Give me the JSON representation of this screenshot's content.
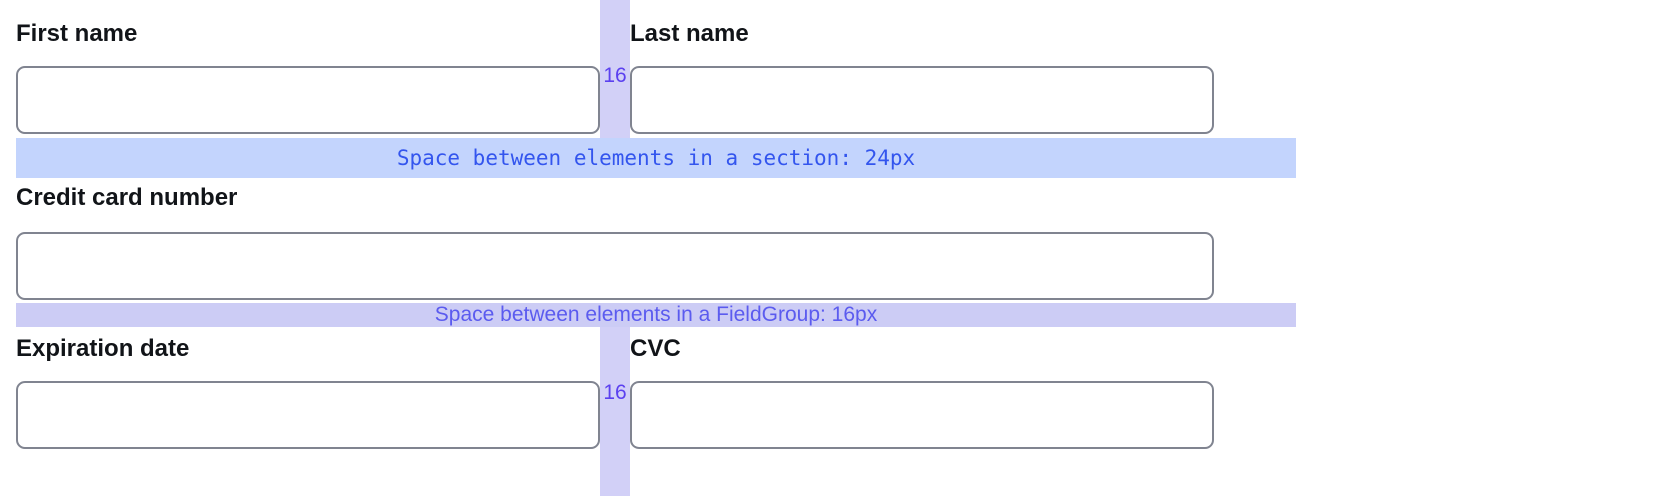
{
  "colors": {
    "section_band_bg": "#c3d4fd",
    "section_band_text": "#3355ee",
    "group_band_bg": "#ccccf5",
    "group_band_text": "#5b5bef",
    "gap_column_bg": "#d2d0f7",
    "gap_label_text": "#5b40f0",
    "input_border": "#808490",
    "label_text": "#111418",
    "page_bg": "#ffffff"
  },
  "annotations": {
    "section_spacing": {
      "text": "Space between elements in a section: 24px",
      "value": "24px"
    },
    "fieldgroup_spacing": {
      "text": "Space between elements in a FieldGroup: 16px",
      "value": "16px"
    },
    "column_gap_top": "16",
    "column_gap_bottom": "16"
  },
  "form": {
    "rows": [
      {
        "fields": [
          {
            "label": "First name",
            "value": "",
            "placeholder": ""
          },
          {
            "label": "Last name",
            "value": "",
            "placeholder": ""
          }
        ]
      },
      {
        "fields": [
          {
            "label": "Credit card number",
            "value": "",
            "placeholder": ""
          }
        ]
      },
      {
        "fields": [
          {
            "label": "Expiration date",
            "value": "",
            "placeholder": ""
          },
          {
            "label": "CVC",
            "value": "",
            "placeholder": ""
          }
        ]
      }
    ]
  }
}
